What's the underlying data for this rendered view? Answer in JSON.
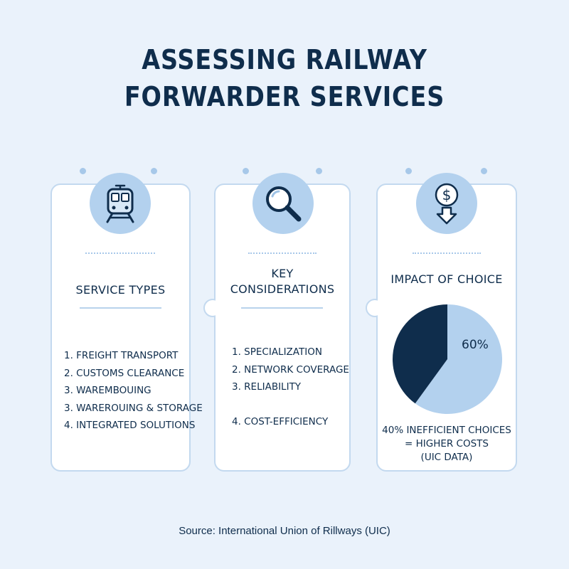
{
  "title": {
    "line1": "ASSESSING RAILWAY",
    "line2": "FORWARDER SERVICES"
  },
  "colors": {
    "background": "#eaf2fb",
    "dark_navy": "#0f2d4c",
    "light_blue": "#b3d1ee",
    "card_border": "#c3d9ef"
  },
  "cards": [
    {
      "icon": "train-icon",
      "heading": "SERVICE TYPES",
      "items": [
        "1. FREIGHT TRANSPORT",
        "2. CUSTOMS CLEARANCE",
        "3. WAREMBOUING",
        "3. WAREROUING & STORAGE",
        "4. INTEGRATED SOLUTIONS"
      ]
    },
    {
      "icon": "magnifying-glass-icon",
      "heading_line1": "KEY",
      "heading_line2": "CONSIDERATIONS",
      "items": [
        "1. SPECIALIZATION",
        "2. NETWORK COVERAGE",
        "3. RELIABILITY",
        "4. COST-EFFICIENCY"
      ]
    },
    {
      "icon": "dollar-down-arrow-icon",
      "heading": "IMPACT OF CHOICE",
      "caption_line1": "40% INEFFICIENT CHOICES",
      "caption_line2": "= HIGHER COSTS",
      "caption_line3": "(UIC DATA)"
    }
  ],
  "chart_data": {
    "type": "pie",
    "slices": [
      {
        "value": 60,
        "label": "60%",
        "color": "#b3d1ee"
      },
      {
        "value": 40,
        "label": "",
        "color": "#0f2d4c"
      }
    ]
  },
  "source": "Source: International Union of Rillways (UIC)"
}
